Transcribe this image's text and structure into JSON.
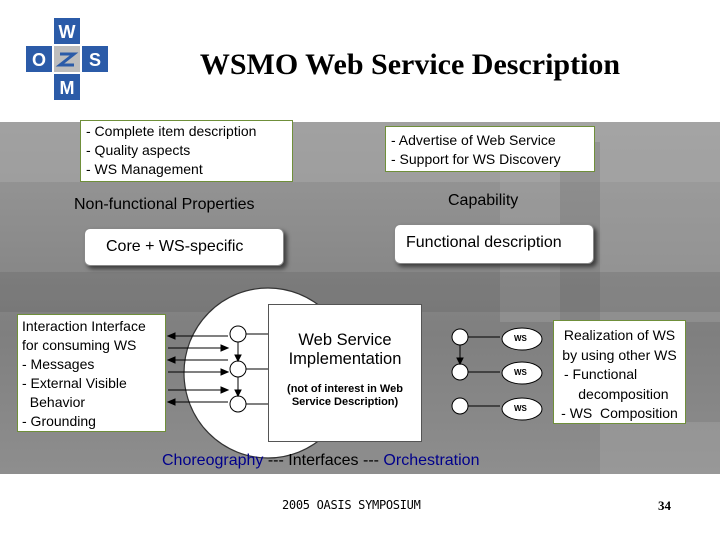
{
  "title": "WSMO Web Service Description",
  "logo": {
    "icon": "wsmo-logo",
    "letters": [
      "W",
      "O",
      "S",
      "M"
    ]
  },
  "nonfunctional_box": {
    "lines": [
      "- Complete item description",
      "- Quality aspects",
      "- WS Management"
    ]
  },
  "capability_box": {
    "lines": [
      "- Advertise of Web Service",
      "- Support for WS Discovery"
    ]
  },
  "labels": {
    "nonfunctional": "Non-functional Properties",
    "capability": "Capability",
    "core": "Core + WS-specific",
    "functional": "Functional description"
  },
  "interface_box": {
    "lines": [
      "Interaction Interface",
      "for consuming WS",
      "- Messages",
      "- External Visible",
      "  Behavior",
      "- Grounding"
    ]
  },
  "implementation": {
    "heading": [
      "Web Service",
      "Implementation"
    ],
    "note": [
      "(not of interest in Web",
      "Service Description)"
    ]
  },
  "ws_labels": [
    "WS",
    "WS",
    "WS"
  ],
  "realization_box": {
    "lines": [
      "Realization of WS",
      "by using other WS",
      "- Functional",
      "  decomposition",
      "- WS  Composition"
    ]
  },
  "bottom": {
    "choreography": "Choreography",
    "sep1": " --- ",
    "interfaces": "Interfaces",
    "sep2": " --- ",
    "orchestration": "Orchestration"
  },
  "footer": "2005 OASIS SYMPOSIUM",
  "page_number": "34",
  "colors": {
    "box_border": "#6f8f3a",
    "bottom_text": "#00008b",
    "logo_blue": "#2b5ba8",
    "logo_gray": "#bdbdbd"
  }
}
